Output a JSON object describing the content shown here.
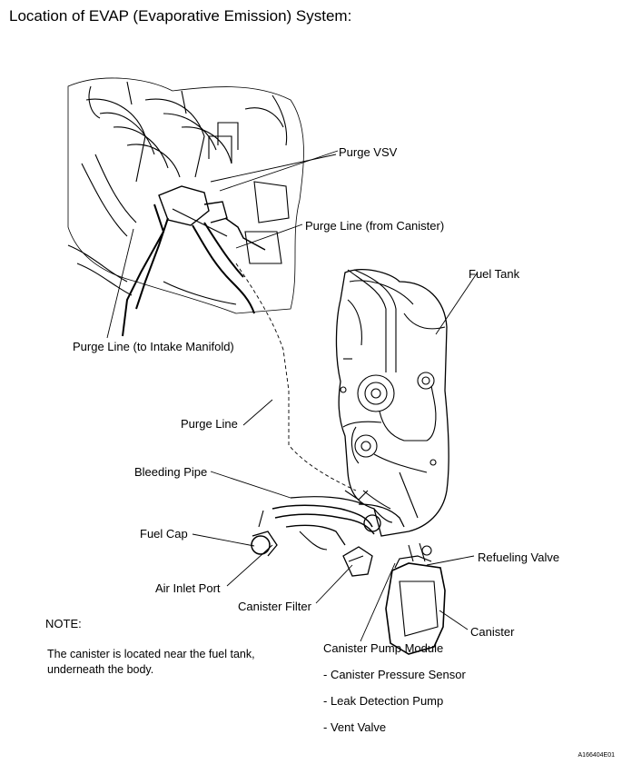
{
  "title": "Location of EVAP (Evaporative Emission) System:",
  "labels": {
    "purge_vsv": "Purge VSV",
    "purge_line_from_canister": "Purge Line (from Canister)",
    "purge_line_to_intake": "Purge Line (to Intake Manifold)",
    "fuel_tank": "Fuel Tank",
    "purge_line": "Purge Line",
    "bleeding_pipe": "Bleeding Pipe",
    "fuel_cap": "Fuel Cap",
    "refueling_valve": "Refueling Valve",
    "air_inlet_port": "Air Inlet Port",
    "canister_filter": "Canister Filter",
    "canister": "Canister",
    "canister_pump_module": "Canister Pump Module"
  },
  "pump_module_items": [
    "- Canister Pressure Sensor",
    "- Leak Detection Pump",
    "- Vent Valve"
  ],
  "note": {
    "heading": "NOTE:",
    "text": "The canister is located near the fuel tank, underneath the body."
  },
  "figure_code": "A166404E01"
}
